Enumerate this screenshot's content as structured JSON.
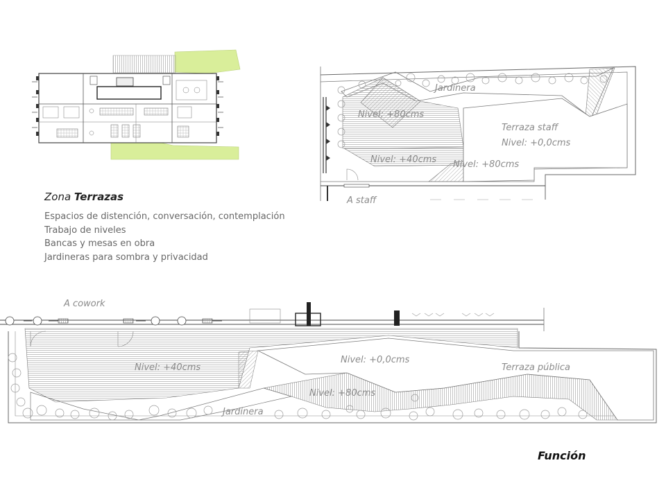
{
  "zone": {
    "title_prefix": "Zona ",
    "title_emphasis": "Terrazas"
  },
  "description": [
    "Espacios de distención, conversación, contemplación",
    "Trabajo de niveles",
    "Bancas y mesas en obra",
    "Jardineras para sombra y privacidad"
  ],
  "staff_plan": {
    "jardinera": "Jardinera",
    "nivel_80_a": "Nivel: +80cms",
    "terraza": "Terraza staff",
    "nivel_0": "Nivel: +0,0cms",
    "nivel_40": "Nivel: +40cms",
    "nivel_80_b": "Nivel: +80cms",
    "access": "A staff"
  },
  "public_plan": {
    "access": "A cowork",
    "nivel_40": "Nivel: +40cms",
    "nivel_0": "Nivel: +0,0cms",
    "terraza": "Terraza pública",
    "nivel_80": "Nivel: +80cms",
    "jardinera": "Jardinera"
  },
  "footer": {
    "label": "Función"
  },
  "colors": {
    "highlight_green": "#d9ee9a",
    "line": "#666666",
    "accent_line": "#222222"
  }
}
